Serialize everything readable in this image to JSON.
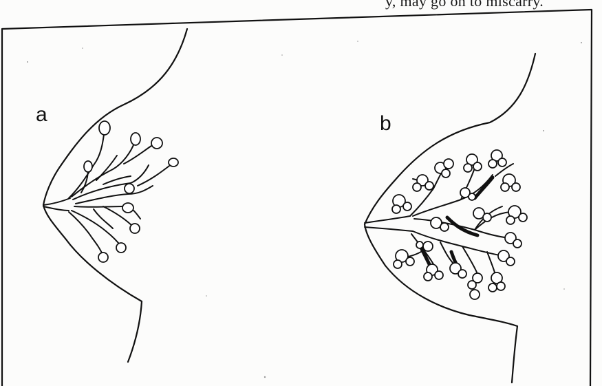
{
  "document": {
    "top_cut_text": "y, may go on to miscarry."
  },
  "figure": {
    "panels": [
      {
        "label": "a"
      },
      {
        "label": "b"
      }
    ]
  }
}
